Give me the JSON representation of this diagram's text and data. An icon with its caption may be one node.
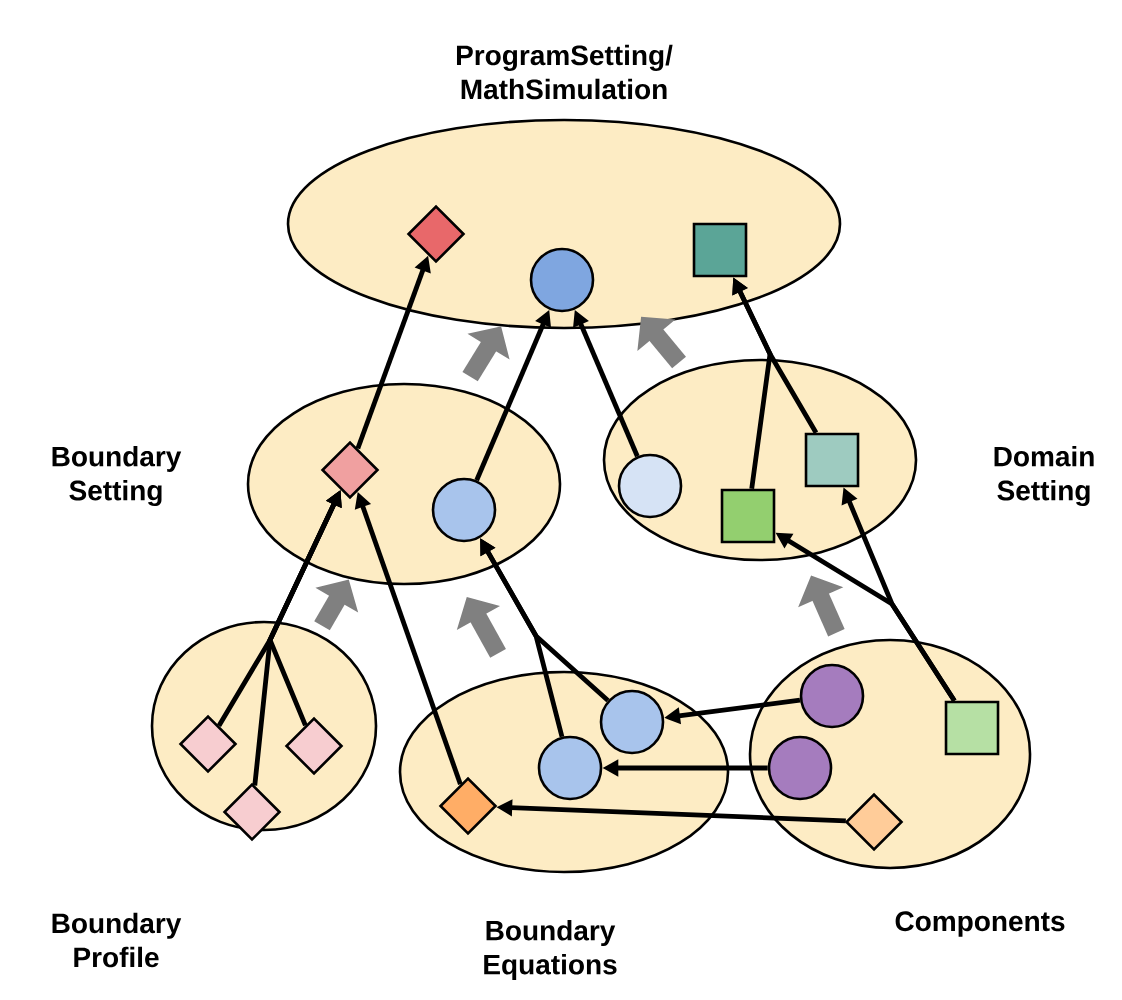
{
  "diagram": {
    "nodes": [
      {
        "text": [
          "ProgramSetting/ MathSimulation"
        ]
      },
      {
        "text": [],
        "shape": "diamond",
        "in": 0
      },
      {
        "text": [],
        "shape": "circle",
        "in": 0
      },
      {
        "text": [],
        "shape": "box",
        "in": 0
      },
      {
        "text": [
          "Boundary Setting"
        ]
      },
      {
        "text": [],
        "shape": "diamond",
        "in": 4
      },
      {
        "text": [],
        "shape": "circle",
        "in": 4
      },
      {
        "text": [
          "Domain Setting"
        ]
      },
      {
        "text": [],
        "shape": "circle",
        "in": 7
      },
      {
        "text": [],
        "shape": "box",
        "in": 7
      },
      {
        "text": [],
        "shape": "box",
        "in": 7
      },
      {
        "text": [
          "Boundary Profile"
        ]
      },
      {
        "text": [],
        "shape": "diamond",
        "in": 11
      },
      {
        "text": [],
        "shape": "diamond",
        "in": 11
      },
      {
        "text": [],
        "shape": "diamond",
        "in": 11
      },
      {
        "text": [
          "Boundary Equations"
        ]
      },
      {
        "text": [],
        "shape": "diamond",
        "in": 15
      },
      {
        "text": [],
        "shape": "circle",
        "in": 15
      },
      {
        "text": [],
        "shape": "circle",
        "in": 15
      },
      {
        "text": [
          "Components"
        ]
      },
      {
        "text": [],
        "shape": "circle",
        "in": 19
      },
      {
        "text": [],
        "shape": "circle",
        "in": 19
      },
      {
        "text": [],
        "shape": "box",
        "in": 19
      },
      {
        "text": [],
        "shape": "diamond",
        "in": 19
      }
    ],
    "edges": [
      {
        "from": 5,
        "to": 1,
        "arrow": "to"
      },
      {
        "from": 6,
        "to": 2,
        "arrow": "to"
      },
      {
        "from": 8,
        "to": 2,
        "arrow": "to"
      },
      {
        "from": 9,
        "to": 3,
        "arrow": "to"
      },
      {
        "from": 10,
        "to": 3,
        "arrow": "to"
      },
      {
        "from": 12,
        "to": 5,
        "arrow": "to"
      },
      {
        "from": 13,
        "to": 5,
        "arrow": "to"
      },
      {
        "from": 14,
        "to": 5,
        "arrow": "to"
      },
      {
        "from": 16,
        "to": 5,
        "arrow": "to"
      },
      {
        "from": 17,
        "to": 6,
        "arrow": "to"
      },
      {
        "from": 18,
        "to": 6,
        "arrow": "to"
      },
      {
        "from": 20,
        "to": 17,
        "arrow": "to"
      },
      {
        "from": 21,
        "to": 18,
        "arrow": "to"
      },
      {
        "from": 23,
        "to": 16,
        "arrow": "to"
      },
      {
        "from": 22,
        "to": 9,
        "arrow": "to"
      },
      {
        "from": 22,
        "to": 10,
        "arrow": "to"
      },
      {
        "from": 4,
        "to": 0,
        "arrow": "to",
        "style": "thick",
        "color": "#808080"
      },
      {
        "from": 7,
        "to": 0,
        "arrow": "to",
        "style": "thick",
        "color": "#808080"
      },
      {
        "from": 11,
        "to": 4,
        "arrow": "to",
        "style": "thick",
        "color": "#808080"
      },
      {
        "from": 15,
        "to": 4,
        "arrow": "to",
        "style": "thick",
        "color": "#808080"
      },
      {
        "from": 19,
        "to": 7,
        "arrow": "to",
        "style": "thick",
        "color": "#808080"
      }
    ]
  }
}
